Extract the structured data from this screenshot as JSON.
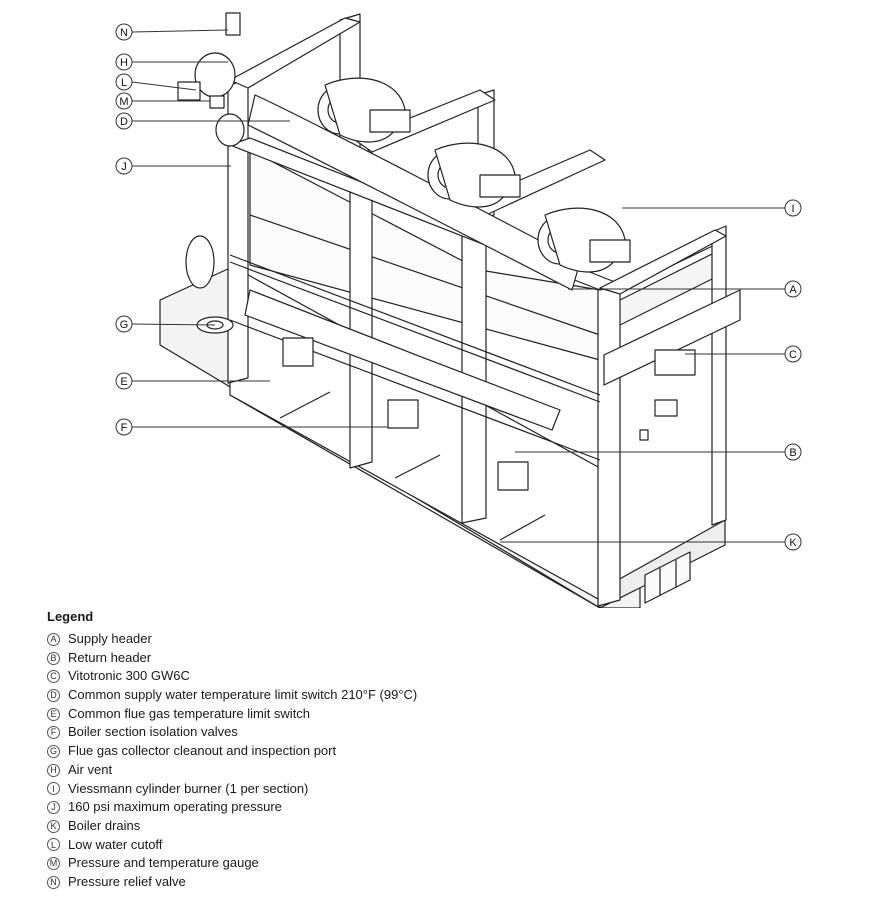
{
  "legend": {
    "title": "Legend",
    "items": [
      {
        "key": "A",
        "label": "Supply header"
      },
      {
        "key": "B",
        "label": "Return header"
      },
      {
        "key": "C",
        "label": "Vitotronic 300 GW6C"
      },
      {
        "key": "D",
        "label": "Common supply water temperature limit switch 210°F (99°C)"
      },
      {
        "key": "E",
        "label": "Common flue gas temperature limit switch"
      },
      {
        "key": "F",
        "label": "Boiler section isolation valves"
      },
      {
        "key": "G",
        "label": "Flue gas collector cleanout and inspection port"
      },
      {
        "key": "H",
        "label": "Air vent"
      },
      {
        "key": "I",
        "label": "Viessmann cylinder burner (1 per section)"
      },
      {
        "key": "J",
        "label": "160 psi maximum operating pressure"
      },
      {
        "key": "K",
        "label": "Boiler drains"
      },
      {
        "key": "L",
        "label": "Low water cutoff"
      },
      {
        "key": "M",
        "label": "Pressure and temperature gauge"
      },
      {
        "key": "N",
        "label": "Pressure relief valve"
      }
    ]
  },
  "callouts": [
    {
      "key": "N"
    },
    {
      "key": "H"
    },
    {
      "key": "L"
    },
    {
      "key": "M"
    },
    {
      "key": "D"
    },
    {
      "key": "J"
    },
    {
      "key": "I"
    },
    {
      "key": "A"
    },
    {
      "key": "G"
    },
    {
      "key": "C"
    },
    {
      "key": "E"
    },
    {
      "key": "F"
    },
    {
      "key": "B"
    },
    {
      "key": "K"
    }
  ]
}
